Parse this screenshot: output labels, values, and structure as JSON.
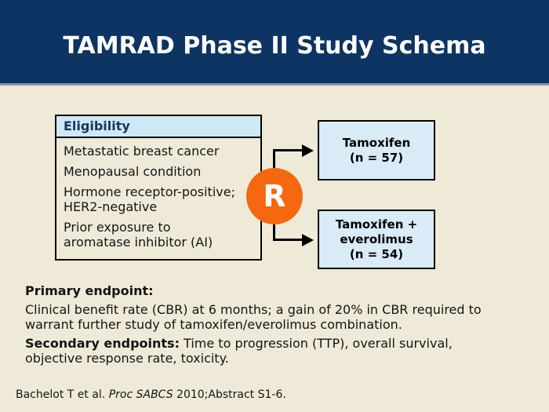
{
  "title": "TAMRAD Phase II Study Schema",
  "eligibility": {
    "header": "Eligibility",
    "items": [
      [
        "Metastatic breast cancer"
      ],
      [
        "Menopausal condition"
      ],
      [
        "Hormone receptor-positive;",
        "HER2-negative"
      ],
      [
        "Prior exposure to",
        "aromatase inhibitor (AI)"
      ]
    ]
  },
  "randomization": {
    "symbol": "R"
  },
  "arms": [
    {
      "lines": [
        "Tamoxifen",
        "(n = 57)"
      ]
    },
    {
      "lines": [
        "Tamoxifen +",
        "everolimus",
        "(n = 54)"
      ]
    }
  ],
  "endpoints": {
    "primary_label": "Primary endpoint:",
    "primary_lines": [
      "Clinical benefit rate (CBR) at 6 months; a gain of 20% in CBR required to",
      "warrant further study of tamoxifen/everolimus combination."
    ],
    "secondary_label": "Secondary endpoints:",
    "secondary_rest": " Time to progression (TTP), overall survival,",
    "secondary_line2": "objective response rate, toxicity."
  },
  "citation": {
    "pre": "Bachelot T et al. ",
    "italic": "Proc SABCS",
    "post": " 2010;Abstract S1-6."
  },
  "colors": {
    "header_navy": "#0d3462",
    "header_separator": "#8795aa",
    "slide_cream": "#efead8",
    "box_light_blue": "#d8ebf6",
    "eligibility_header_blue": "#cfe8f5",
    "eligibility_header_text": "#16365c",
    "randomization_orange": "#f5680f",
    "line_black": "#000000"
  }
}
